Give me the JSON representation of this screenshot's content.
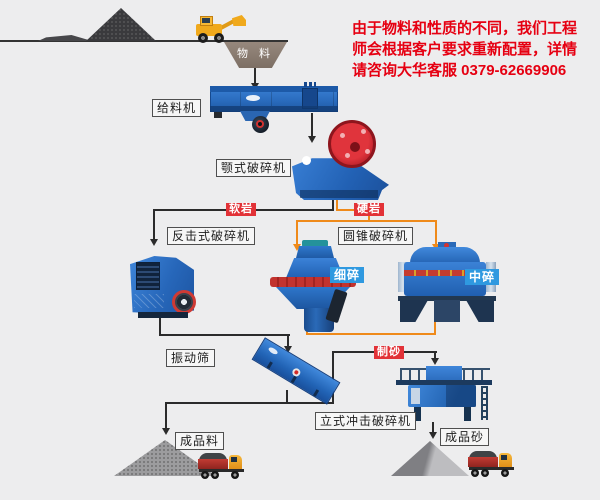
{
  "diagram": {
    "title_hint": "stone crushing production line flow",
    "notice": {
      "line1": "由于物料和性质的不同，我们工程",
      "line2": "师会根据客户要求重新配置，详情",
      "line3": "请咨询大华客服 0379-62669906"
    },
    "nodes": {
      "material": "物 料",
      "feeder": "给料机",
      "jaw_crusher": "颚式破碎机",
      "impact_crusher": "反击式破碎机",
      "cone_crusher": "圆锥破碎机",
      "vibrating_screen": "振动筛",
      "vsi_crusher": "立式冲击破碎机",
      "finished_aggregate": "成品料",
      "finished_sand": "成品砂"
    },
    "branch_tags": {
      "soft_rock": "软岩",
      "hard_rock": "硬岩",
      "sand_making": "制砂",
      "fine_crushing": "细碎",
      "medium_crushing": "中碎"
    },
    "colors": {
      "background": "#ededee",
      "machine_blue": "#2a6fc4",
      "flywheel_red": "#c8242c",
      "notice_red": "#e60012",
      "tag_red": "#e23237",
      "tag_blue": "#2f99e0",
      "flow_dark": "#2b2b2b",
      "flow_orange": "#ef8a1a"
    }
  }
}
